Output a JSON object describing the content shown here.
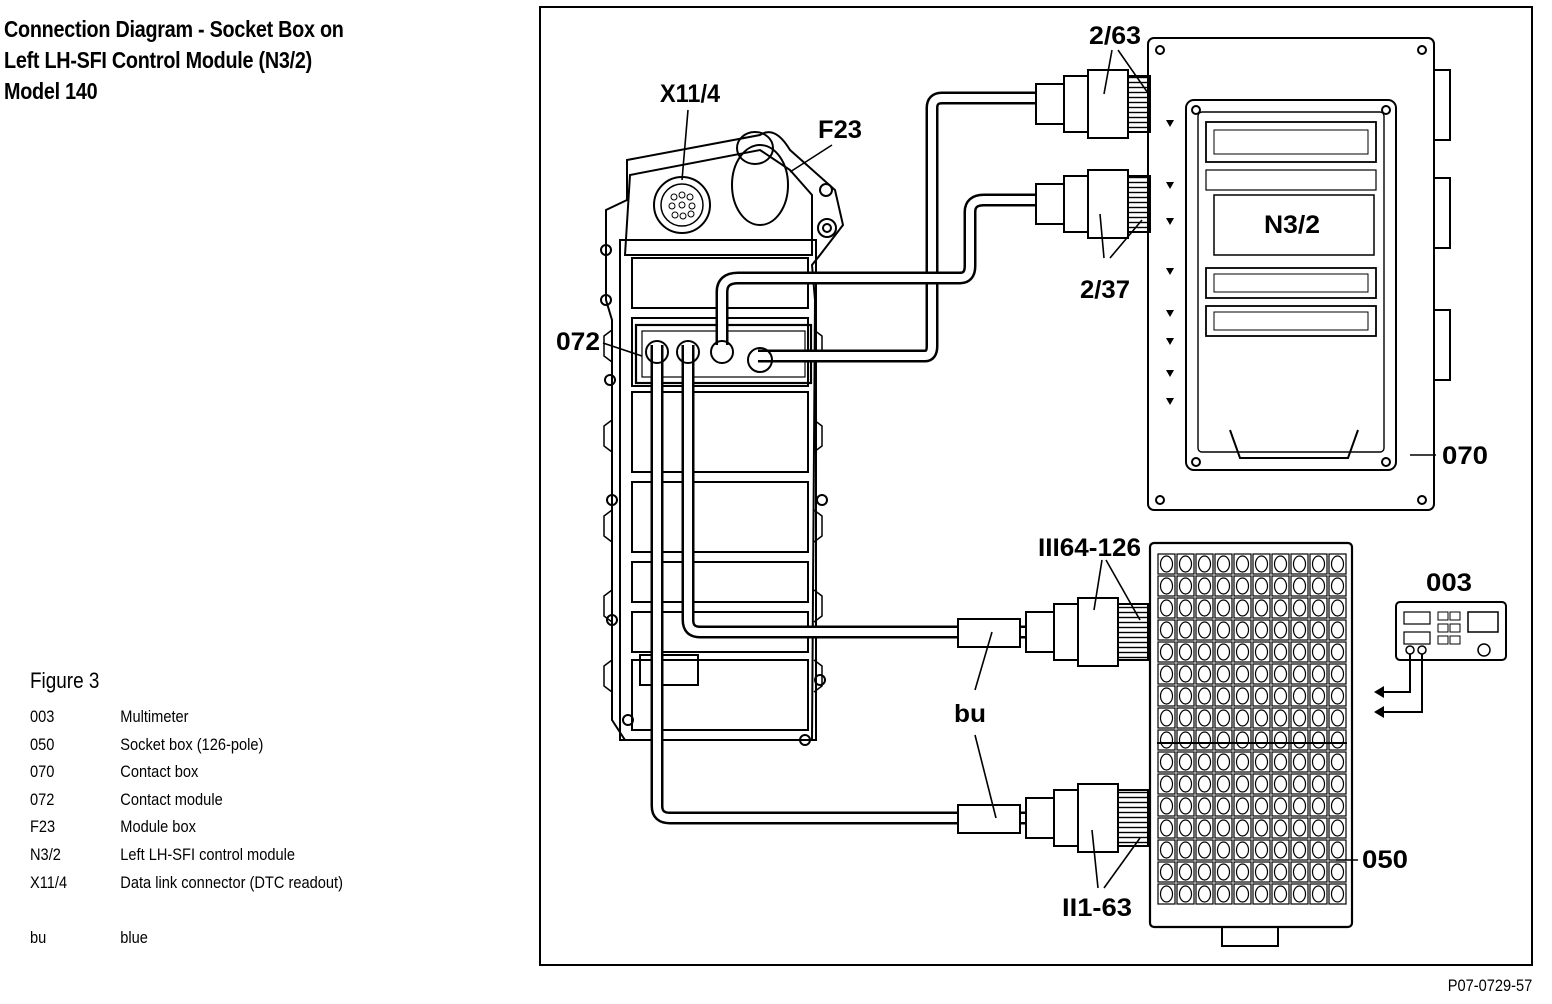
{
  "title_lines": [
    "Connection Diagram - Socket Box on",
    "Left LH-SFI Control Module (N3/2)",
    "Model 140"
  ],
  "figure_label": "Figure 3",
  "legend": [
    {
      "code": "003",
      "desc": "Multimeter"
    },
    {
      "code": "050",
      "desc": "Socket box (126-pole)"
    },
    {
      "code": "070",
      "desc": "Contact box"
    },
    {
      "code": "072",
      "desc": "Contact module"
    },
    {
      "code": "F23",
      "desc": "Module box"
    },
    {
      "code": "N3/2",
      "desc": "Left LH-SFI control module"
    },
    {
      "code": "X11/4",
      "desc": "Data link connector (DTC readout)"
    }
  ],
  "legend_extra": {
    "code": "bu",
    "desc": "blue"
  },
  "diagram_labels": {
    "x11_4": "X11/4",
    "f23": "F23",
    "c072": "072",
    "c2_63": "2/63",
    "c2_37": "2/37",
    "n3_2": "N3/2",
    "c070": "070",
    "iii64_126": "III64-126",
    "bu": "bu",
    "ii1_63": "II1-63",
    "c050": "050",
    "c003": "003"
  },
  "reference_code": "P07-0729-57"
}
